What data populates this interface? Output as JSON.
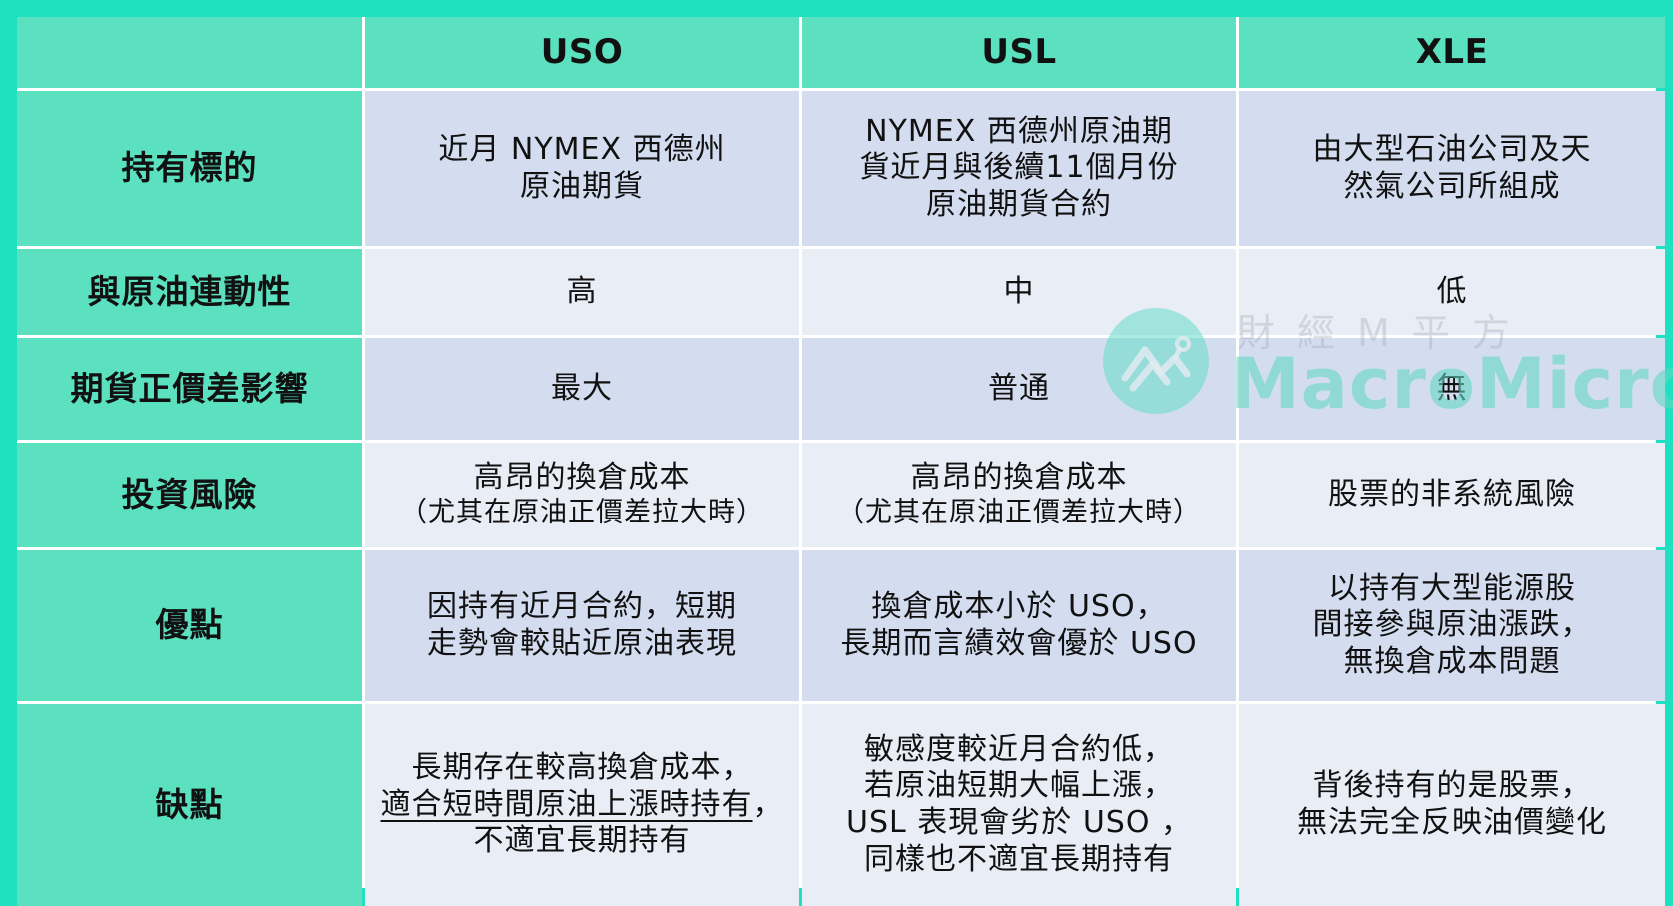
{
  "table": {
    "columns": [
      "",
      "USO",
      "USL",
      "XLE"
    ],
    "rows": [
      {
        "label": "持有標的",
        "values": [
          "近月 NYMEX 西德州\n原油期貨",
          "NYMEX 西德州原油期\n貨近月與後續11個月份\n原油期貨合約",
          "由大型石油公司及天\n然氣公司所組成"
        ]
      },
      {
        "label": "與原油連動性",
        "values": [
          "高",
          "中",
          "低"
        ]
      },
      {
        "label": "期貨正價差影響",
        "values": [
          "最大",
          "普通",
          "無"
        ]
      },
      {
        "label": "投資風險",
        "values": [
          {
            "line1": "高昂的換倉成本",
            "line2": "（尤其在原油正價差拉大時）"
          },
          {
            "line1": "高昂的換倉成本",
            "line2": "（尤其在原油正價差拉大時）"
          },
          "股票的非系統風險"
        ]
      },
      {
        "label": "優點",
        "values": [
          "因持有近月合約，短期\n走勢會較貼近原油表現",
          "換倉成本小於 USO，\n長期而言績效會優於 USO",
          "以持有大型能源股\n間接參與原油漲跌，\n無換倉成本問題"
        ]
      },
      {
        "label": "缺點",
        "values": [
          {
            "line1": "長期存在較高換倉成本，",
            "line2_underlined": "適合短時間原油上漲時持有",
            "line2_tail": "，",
            "line3": "不適宜長期持有"
          },
          "敏感度較近月合約低，\n若原油短期大幅上漲，\nUSL 表現會劣於 USO ，\n同樣也不適宜長期持有",
          "背後持有的是股票，\n無法完全反映油價變化"
        ]
      }
    ]
  },
  "watermark": {
    "cn": "財經M平方",
    "en": "MacroMicro",
    "logo_icon": "mountain-chart-icon"
  },
  "colors": {
    "frame": "#1fe0c1",
    "header_bg": "#5be0c0",
    "row_a": "#d3ddef",
    "row_b": "#e9edf6",
    "gridline": "#ffffff"
  }
}
